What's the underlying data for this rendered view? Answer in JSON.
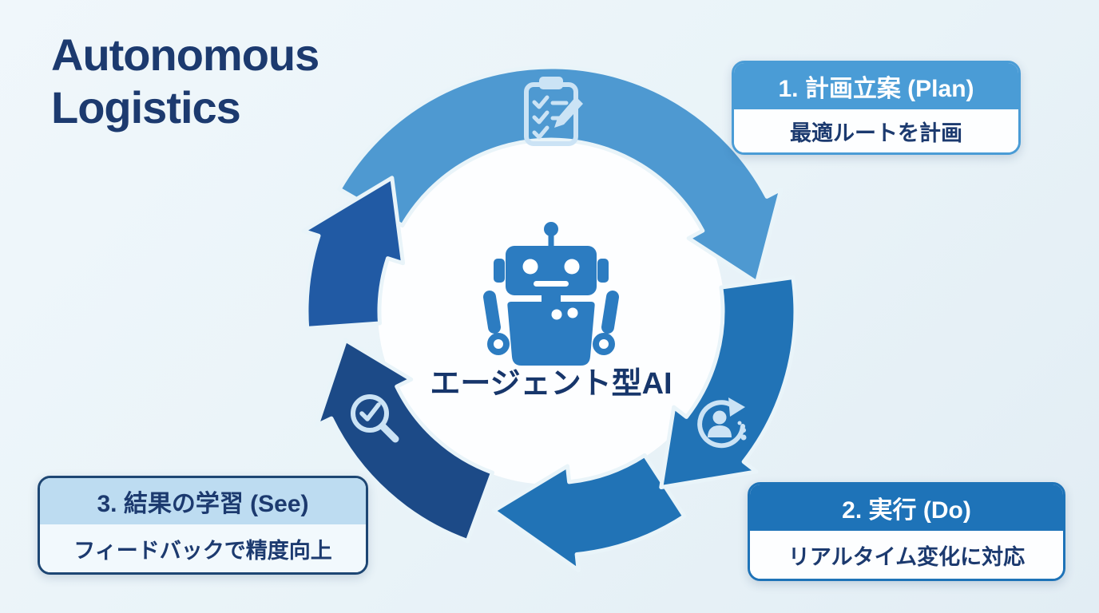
{
  "title": "Autonomous\nLogistics",
  "title_color": "#1c3a6f",
  "background": {
    "top_left": "#f0f7fb",
    "bottom_right": "#e2edf4"
  },
  "center": {
    "label": "エージェント型AI",
    "label_color": "#17366b",
    "icon": "robot-icon",
    "icon_color": "#2c7cc1",
    "circle_color": "#fdfeff"
  },
  "cycle": {
    "outline_color": "#e9f4f9",
    "icon_color": "#cbe3f5",
    "segments": [
      {
        "name": "arc-top-plan",
        "color": "#4e99d1",
        "icon": "clipboard-check-icon"
      },
      {
        "name": "arc-right-do",
        "color": "#2173b6",
        "icon": "person-sync-icon"
      },
      {
        "name": "arc-bottom",
        "color": "#2173b6",
        "icon": ""
      },
      {
        "name": "arc-bottom-left-see",
        "color": "#1c4a87",
        "icon": "magnifier-check-icon"
      },
      {
        "name": "arc-left-up",
        "color": "#215aa4",
        "icon": ""
      }
    ]
  },
  "steps": [
    {
      "header": "1. 計画立案 (Plan)",
      "body": "最適ルートを計画",
      "header_bg": "#4a9cd6",
      "header_text_color": "#ffffff",
      "border_color": "#4a9cd6",
      "body_bg": "#fdfeff",
      "body_text_color": "#1c3a6f"
    },
    {
      "header": "2. 実行 (Do)",
      "body": "リアルタイム変化に対応",
      "header_bg": "#1e73b8",
      "header_text_color": "#ffffff",
      "border_color": "#1e73b8",
      "body_bg": "#fdfeff",
      "body_text_color": "#1c3a6f"
    },
    {
      "header": "3. 結果の学習 (See)",
      "body": "フィードバックで精度向上",
      "header_bg": "#bddcf1",
      "header_text_color": "#1c3a6f",
      "border_color": "#1d4673",
      "body_bg": "#f2f9fd",
      "body_text_color": "#1c3a6f"
    }
  ]
}
